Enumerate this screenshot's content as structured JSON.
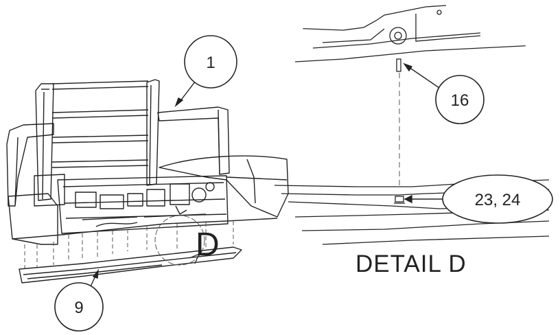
{
  "callouts": {
    "c1": "1",
    "c9": "9",
    "c16": "16",
    "c23": "23, 24"
  },
  "detail": {
    "marker": "D",
    "caption": "DETAIL D"
  }
}
